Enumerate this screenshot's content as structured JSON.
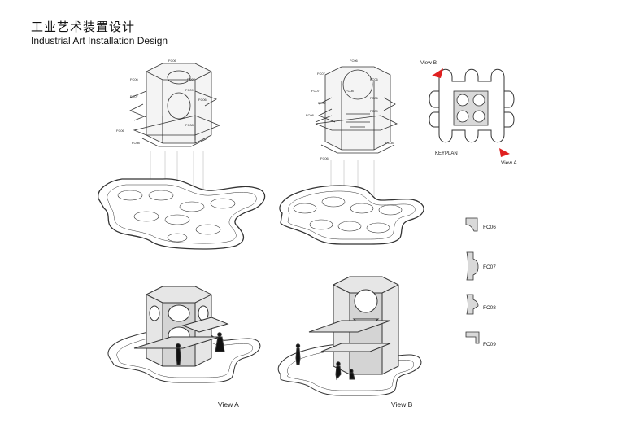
{
  "header": {
    "title_cn": "工业艺术装置设计",
    "title_en": "Industrial Art Installation Design"
  },
  "views": {
    "view_a": "View A",
    "view_b": "View B"
  },
  "keyplan": {
    "label": "KEYPLAN",
    "view_a": "View A",
    "view_b": "View B",
    "marker_color": "#e02020"
  },
  "exploded_a_tags": [
    "FC06",
    "FC06",
    "FC07",
    "FC07",
    "FC09",
    "FC06",
    "FC06",
    "FC08",
    "FC08"
  ],
  "exploded_b_tags": [
    "FC06",
    "FC07",
    "FC06",
    "FC07",
    "FC08",
    "FC07",
    "FC06",
    "FC08",
    "FC09",
    "FC08",
    "FC06"
  ],
  "profiles": [
    {
      "code": "FC06"
    },
    {
      "code": "FC07"
    },
    {
      "code": "FC08"
    },
    {
      "code": "FC09"
    }
  ],
  "colors": {
    "profile_fill": "#d9d9d9",
    "stroke": "#333333",
    "face": "#eeeeee"
  }
}
